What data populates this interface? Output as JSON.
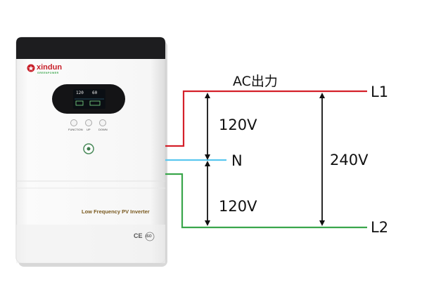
{
  "device": {
    "brand_name": "xindun",
    "brand_tagline": "GREENPOWER",
    "model_label": "Low Frequency PV Inverter",
    "buttons": [
      "FUNCTION",
      "UP",
      "DOWN"
    ],
    "certifications": [
      "CE",
      "ISO"
    ],
    "lcd_readings": [
      "120",
      "60"
    ]
  },
  "diagram": {
    "output_title": "AC出力",
    "terminals": [
      "L1",
      "N",
      "L2"
    ],
    "voltage_l1_n": "120V",
    "voltage_n_l2": "120V",
    "voltage_l1_l2": "240V"
  },
  "colors": {
    "L1": "#d4202a",
    "N": "#5bc8ef",
    "L2": "#3aa64b",
    "arrow": "#111111"
  }
}
